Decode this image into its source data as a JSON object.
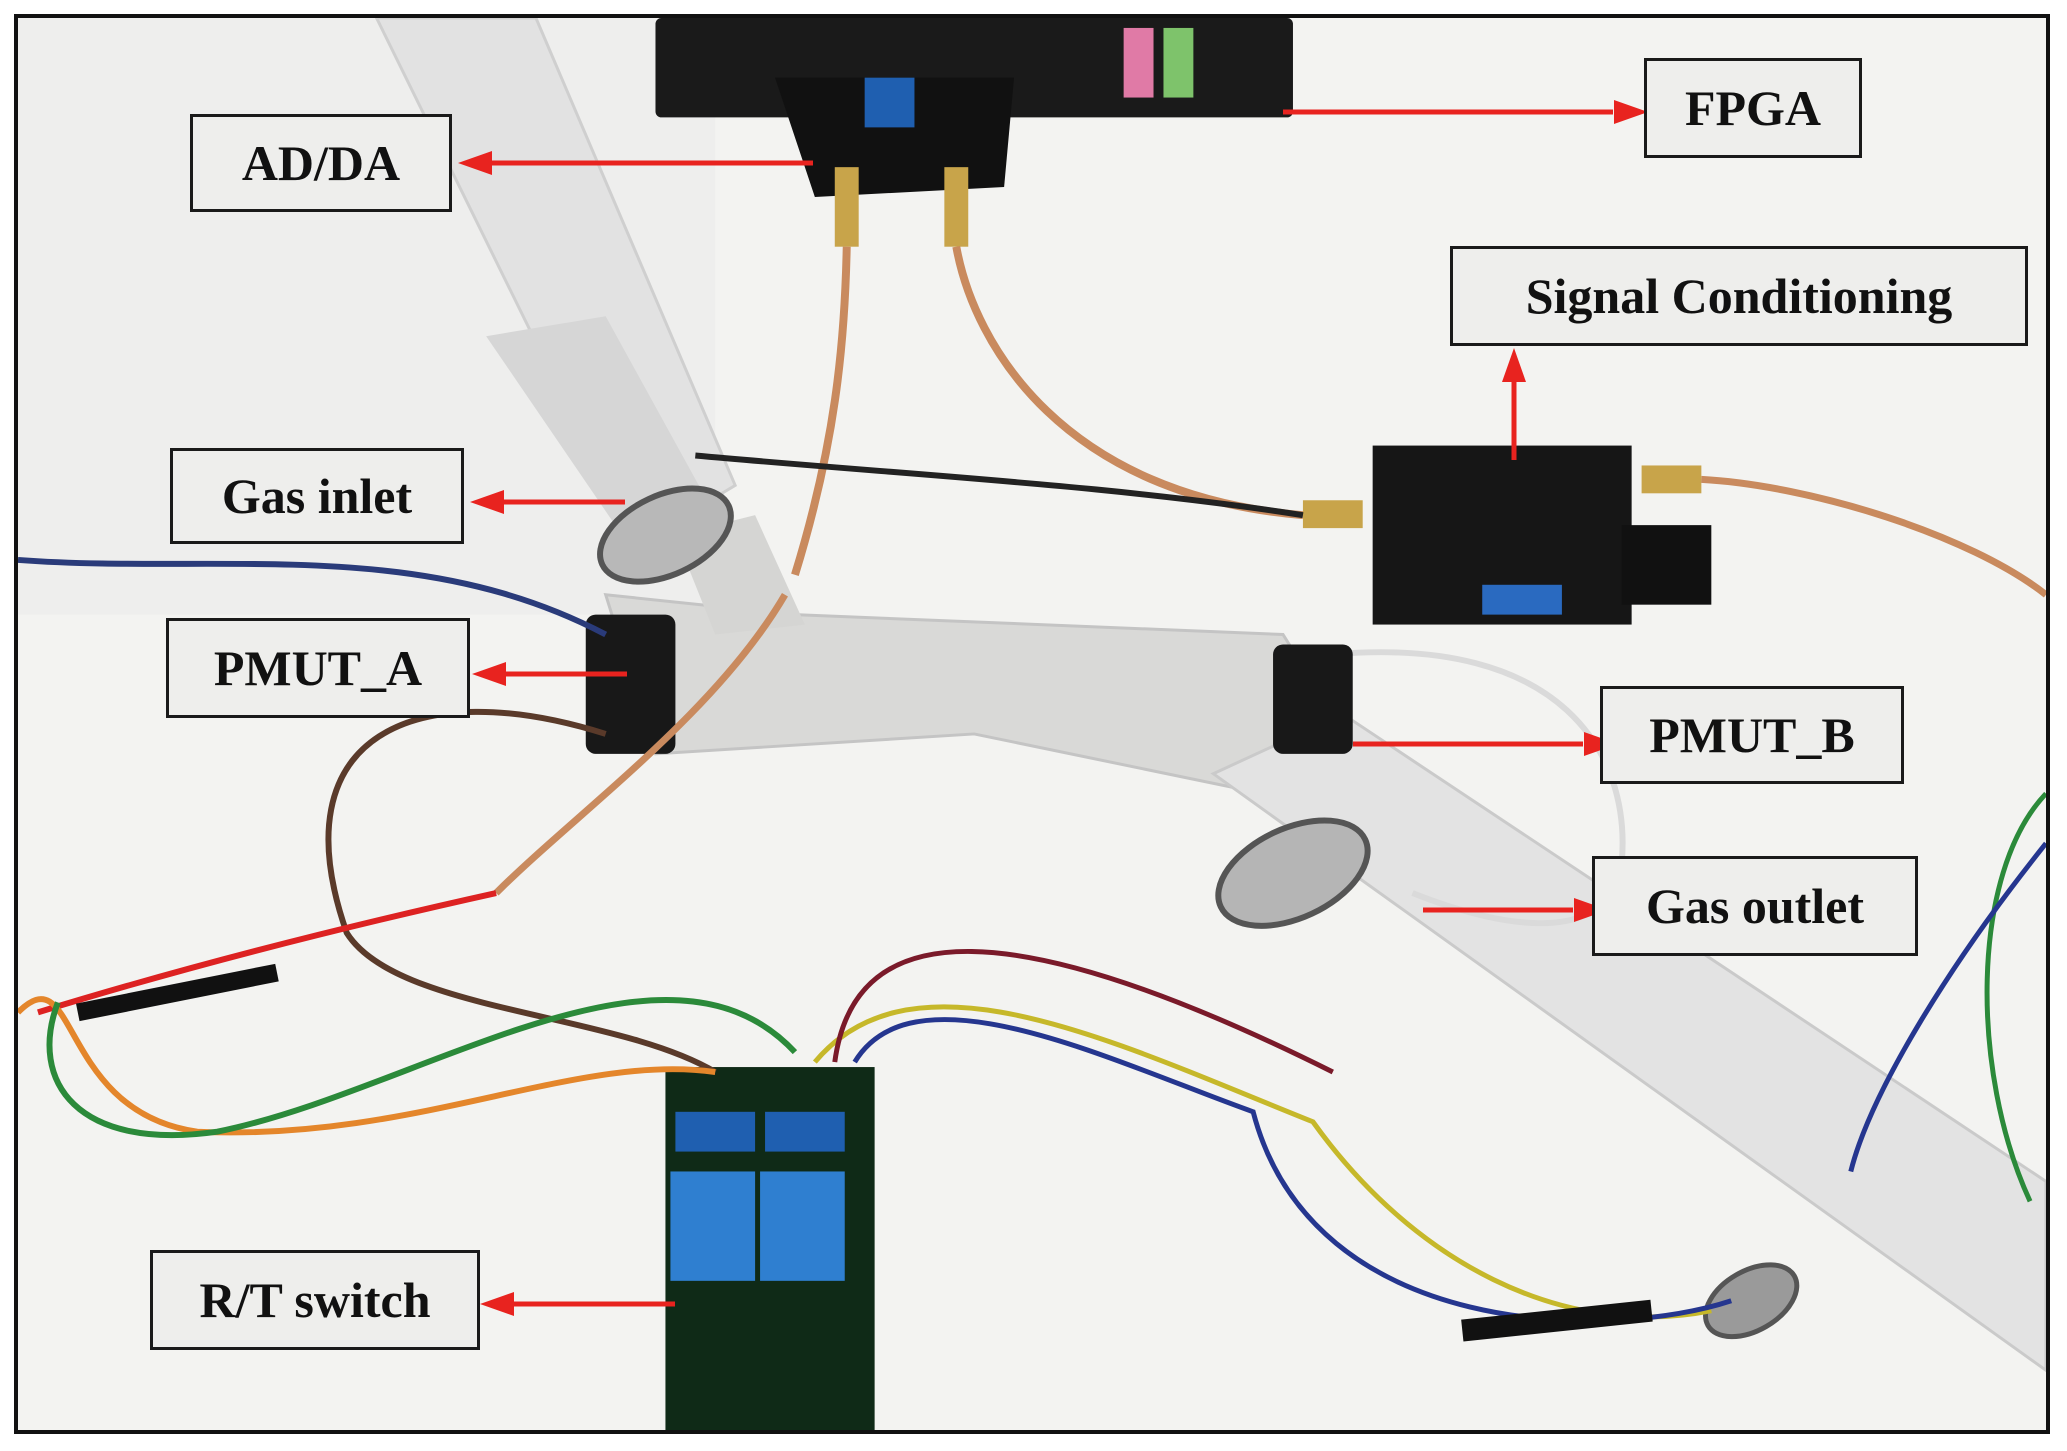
{
  "figure": {
    "labels": {
      "fpga": "FPGA",
      "ad_da": "AD/DA",
      "signal_conditioning": "Signal Conditioning",
      "gas_inlet": "Gas inlet",
      "pmut_a": "PMUT_A",
      "pmut_b": "PMUT_B",
      "gas_outlet": "Gas outlet",
      "rt_switch": "R/T switch"
    },
    "colors": {
      "arrow": "#e8231f",
      "label_border": "#1a1a1a",
      "label_background": "#eeeeec",
      "background": "#f3f3f1",
      "pcb": "#151515",
      "tube": "#dcdcdc"
    }
  }
}
